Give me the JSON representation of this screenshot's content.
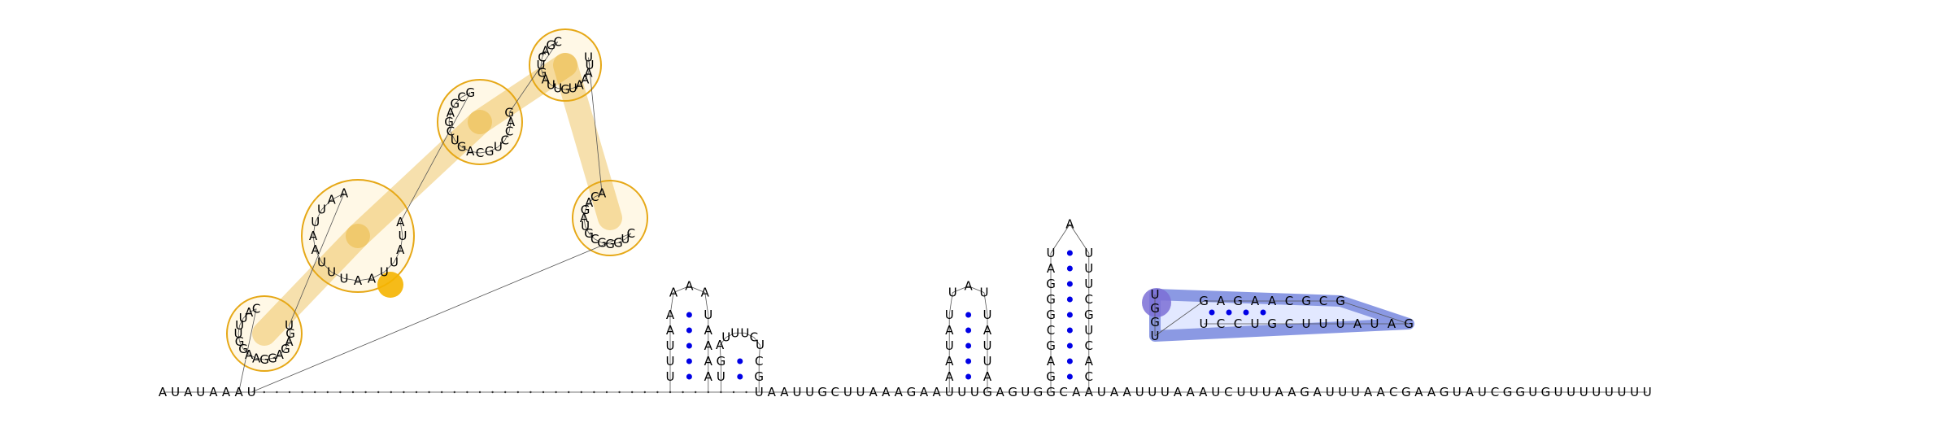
{
  "diagram": {
    "type": "rna-secondary-structure",
    "backbone_sequence": "AUAUAAAU·······································UAAUUGCUUAAAGAAUUUGAGUGGCAAUAAUUUAAAUCUUUAAGAUUUAACGAAGUAUCGGUGUUUUUUUU",
    "colors": {
      "pair_dot": "#0000e6",
      "region_orange_outline": "#e6a817",
      "region_orange_fill": "#fff8e6",
      "region_orange_highlight": "#f5b400",
      "region_blue_outline": "#7f8fe0",
      "region_blue_fill": "#dfe6ff",
      "region_blue_highlight": "#7b6fd6",
      "text": "#000000"
    },
    "hairpins": [
      {
        "stem_5p": "UUUAA",
        "loop": "AAA",
        "stem_3p": "AAAA"
      },
      {
        "stem_5p": "UG",
        "loop": "AUUUCU",
        "stem_3p": "CG"
      },
      {
        "stem_5p": "AAUAU",
        "loop": "UAU",
        "stem_3p": "UAUUA"
      },
      {
        "stem_5p": "GAGCGGGAU",
        "loop": "A",
        "stem_3p": "UUUCGUCAC"
      }
    ],
    "orange_domain_sequence": "CAUUUGGAAGGAGAGUAAUUAAUUUAAUUAUAGCGAGCUGACGUCCAGCGACUGAUUGUAAAUUACAGAUGCGGGUC",
    "blue_domain_sequence": "UGGUGAGAACGCGGAUAUUUCGUCCU"
  }
}
